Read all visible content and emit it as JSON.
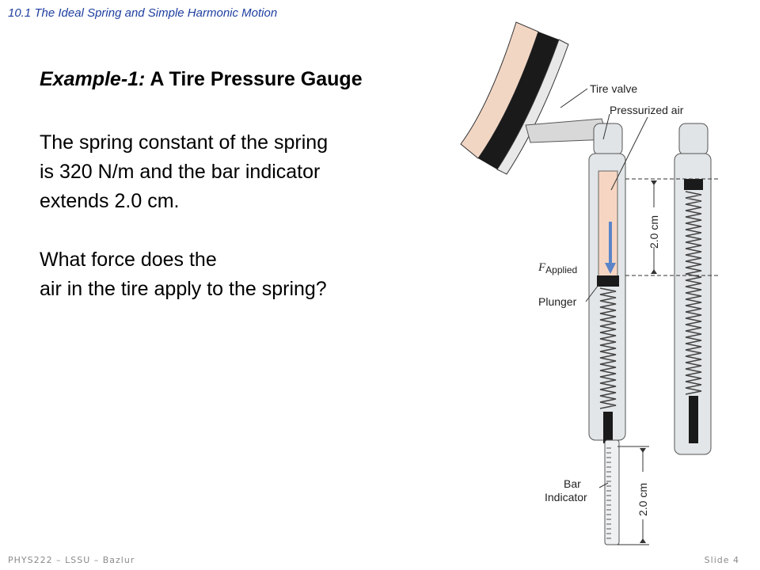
{
  "header": {
    "section": "10.1 The Ideal Spring and Simple Harmonic Motion"
  },
  "slide": {
    "title_example": "Example-1:",
    "title_text": "A Tire Pressure Gauge",
    "para1": [
      "The spring constant of the spring",
      "is 320 N/m and the bar indicator",
      "extends 2.0 cm."
    ],
    "para2": [
      "What force does the",
      "air in the tire apply to the spring?"
    ]
  },
  "diagram": {
    "labels": {
      "tire_valve": "Tire valve",
      "pressurized_air": "Pressurized air",
      "f_symbol": "F",
      "f_sub": "Applied",
      "plunger": "Plunger",
      "bar": "Bar",
      "indicator": "Indicator",
      "dim_top": "2.0 cm",
      "dim_bottom": "2.0 cm"
    },
    "colors": {
      "air": "#f6d6c2",
      "arrow": "#5b85c8",
      "tube": "#dfe3e6",
      "tire": "#1a1a1a",
      "rim": "#f2d6c4"
    }
  },
  "footer": {
    "left": "PHYS222 – LSSU – Bazlur",
    "right": "Slide 4"
  }
}
